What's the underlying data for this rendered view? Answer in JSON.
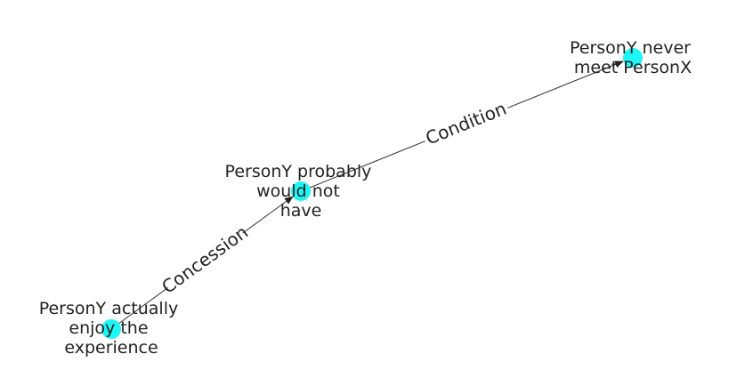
{
  "graph": {
    "node_color": "#1ef5f5",
    "edge_color": "#333333",
    "nodes": [
      {
        "id": "n1",
        "lines": [
          "PersonY actually",
          "enjoy the",
          "experience"
        ]
      },
      {
        "id": "n2",
        "lines": [
          "PersonY probably",
          "would not",
          "have"
        ]
      },
      {
        "id": "n3",
        "lines": [
          "PersonY never",
          "meet PersonX"
        ]
      }
    ],
    "edges": [
      {
        "from": "n1",
        "to": "n2",
        "label": "Concession"
      },
      {
        "from": "n2",
        "to": "n3",
        "label": "Condition"
      }
    ]
  }
}
